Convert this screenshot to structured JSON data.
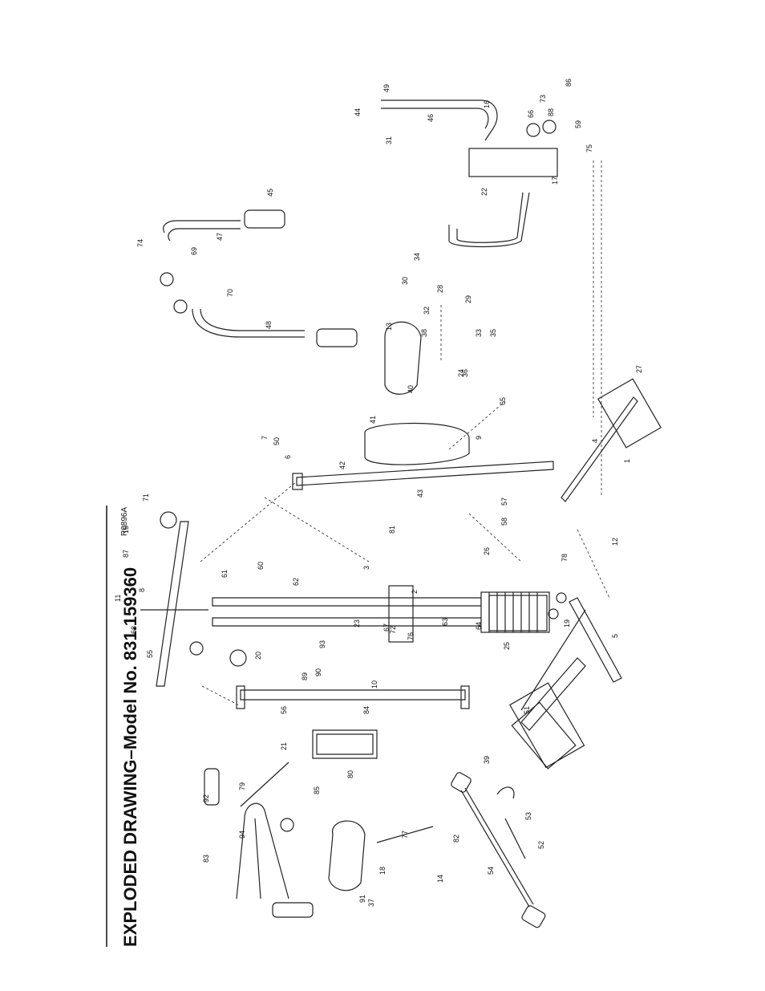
{
  "title": "EXPLODED DRAWING–Model No. 831.159360",
  "drawing_code": "R0896A",
  "callouts": [
    "1",
    "2",
    "3",
    "4",
    "5",
    "6",
    "7",
    "8",
    "9",
    "10",
    "11",
    "12",
    "13",
    "14",
    "15",
    "16",
    "17",
    "18",
    "19",
    "20",
    "21",
    "22",
    "23",
    "24",
    "25",
    "26",
    "27",
    "28",
    "29",
    "30",
    "31",
    "32",
    "33",
    "34",
    "35",
    "36",
    "37",
    "38",
    "39",
    "40",
    "41",
    "42",
    "43",
    "44",
    "45",
    "46",
    "47",
    "48",
    "49",
    "50",
    "51",
    "52",
    "53",
    "54",
    "55",
    "56",
    "57",
    "58",
    "59",
    "60",
    "61",
    "62",
    "63",
    "64",
    "65",
    "66",
    "67",
    "68",
    "69",
    "70",
    "71",
    "72",
    "73",
    "74",
    "75",
    "76",
    "77",
    "78",
    "79",
    "80",
    "81",
    "82",
    "83",
    "84",
    "85",
    "86",
    "87",
    "88",
    "89",
    "90",
    "91",
    "92",
    "93",
    "94"
  ]
}
